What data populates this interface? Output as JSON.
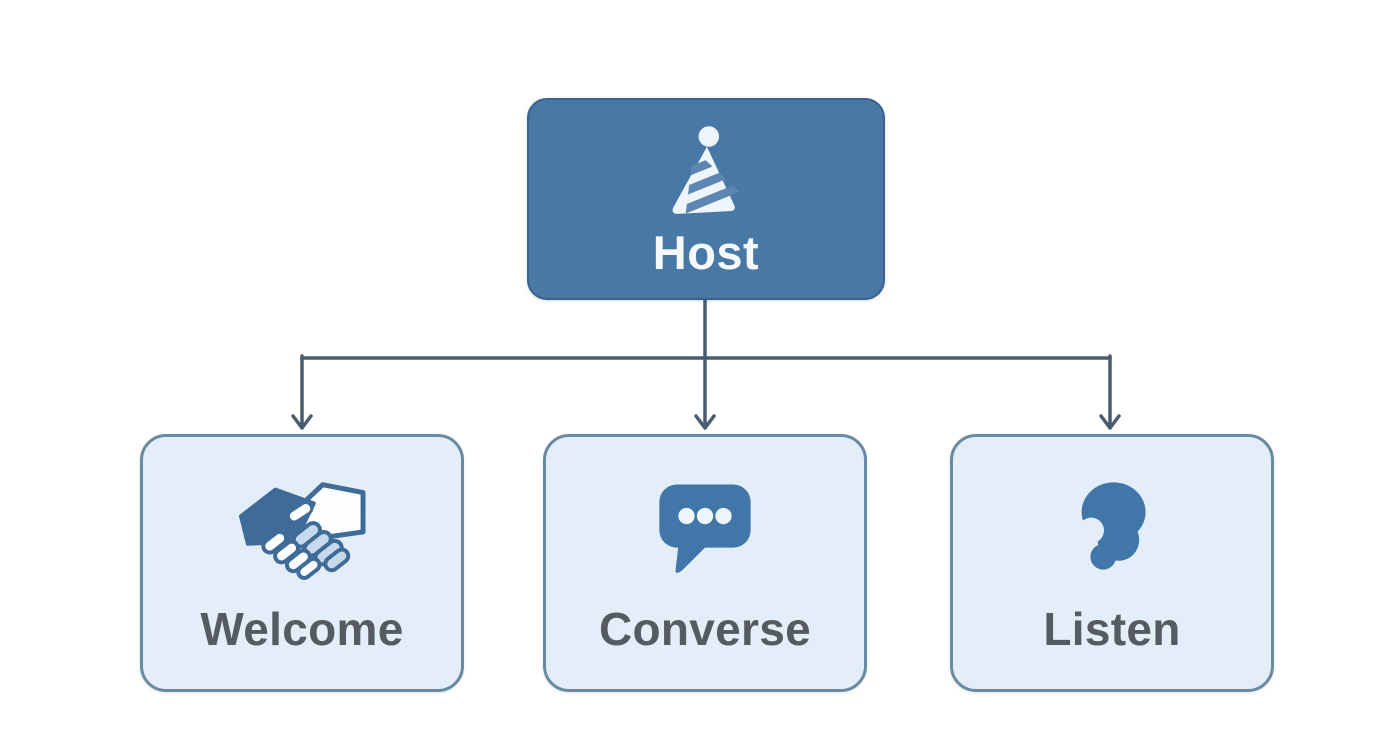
{
  "diagram": {
    "root": {
      "label": "Host",
      "icon": "party-hat-icon"
    },
    "children": [
      {
        "label": "Welcome",
        "icon": "handshake-icon"
      },
      {
        "label": "Converse",
        "icon": "speech-bubble-icon"
      },
      {
        "label": "Listen",
        "icon": "ear-icon"
      }
    ],
    "colors": {
      "background": "#ffffff",
      "root_fill": "#4878a6",
      "root_border": "#3b618c",
      "root_text": "#f5f9fd",
      "root_icon": "#eef5fc",
      "hat_stripe": "#5d87b2",
      "child_fill": "#e3eef8",
      "child_border": "#6a8aa2",
      "child_text": "#565b61",
      "icon_blue": "#4176a8",
      "icon_dark": "#3f6b99",
      "icon_shade": "#c7d9ea",
      "icon_white": "#fbfdff",
      "connector": "#4a5c70"
    }
  }
}
